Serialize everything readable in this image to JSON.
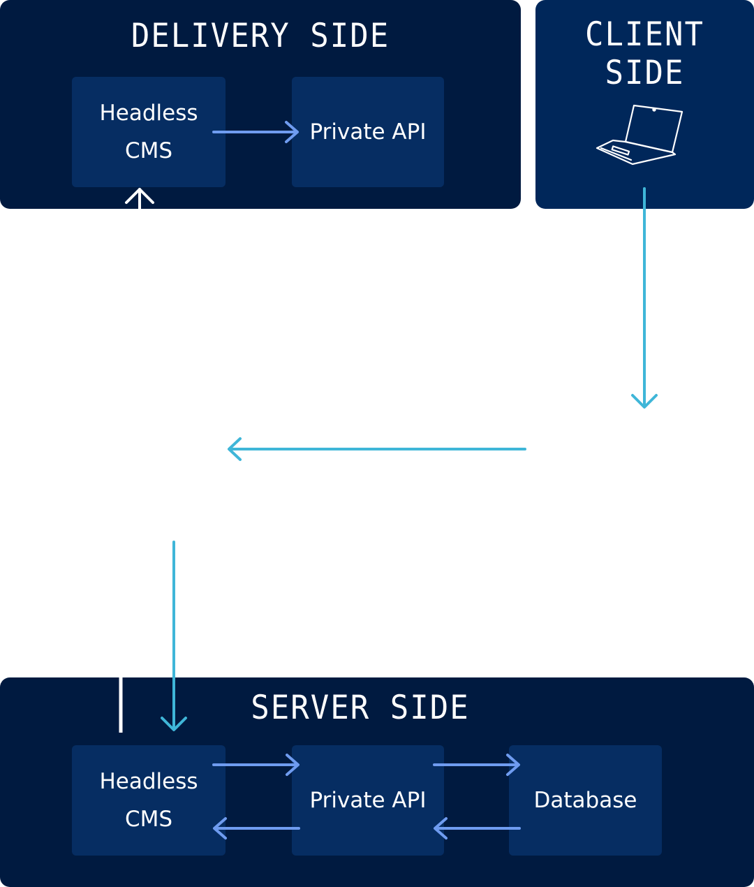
{
  "delivery": {
    "title": "DELIVERY SIDE",
    "cms_line1": "Headless",
    "cms_line2": "CMS",
    "api": "Private API"
  },
  "client": {
    "title": "CLIENT SIDE",
    "device_icon": "laptop-icon"
  },
  "server": {
    "title": "SERVER SIDE",
    "cms_line1": "Headless",
    "cms_line2": "CMS",
    "api": "Private API",
    "db": "Database"
  },
  "colors": {
    "panel_dark": "#001a40",
    "panel_mid": "#00275a",
    "node": "#062d62",
    "arrow_blue": "#6f9cf0",
    "arrow_cyan": "#3fb6d8",
    "white": "#ffffff"
  }
}
